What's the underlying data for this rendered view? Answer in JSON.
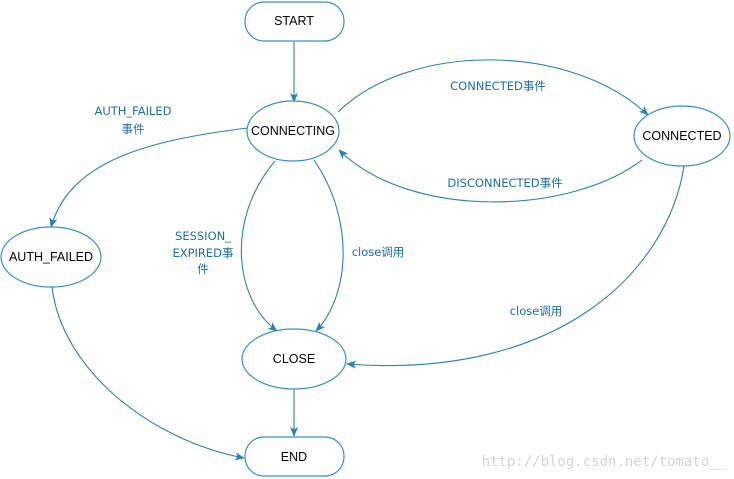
{
  "colors": {
    "node_border": "#3a8fc0",
    "edge": "#2f7fb1",
    "edge_label": "#1f6f9f",
    "watermark": "#d4d4d4"
  },
  "nodes": {
    "start": "START",
    "connecting": "CONNECTING",
    "connected": "CONNECTED",
    "auth_failed": "AUTH_FAILED",
    "close": "CLOSE",
    "end": "END"
  },
  "edges": {
    "connected_event": "CONNECTED事件",
    "disconnected_event": "DISCONNECTED事件",
    "auth_failed_event_line1": "AUTH_FAILED",
    "auth_failed_event_line2": "事件",
    "session_expired_line1": "SESSION_",
    "session_expired_line2": "EXPIRED事",
    "session_expired_line3": "件",
    "close_call_1": "close调用",
    "close_call_2": "close调用"
  },
  "watermark": "http://blog.csdn.net/tomato__"
}
